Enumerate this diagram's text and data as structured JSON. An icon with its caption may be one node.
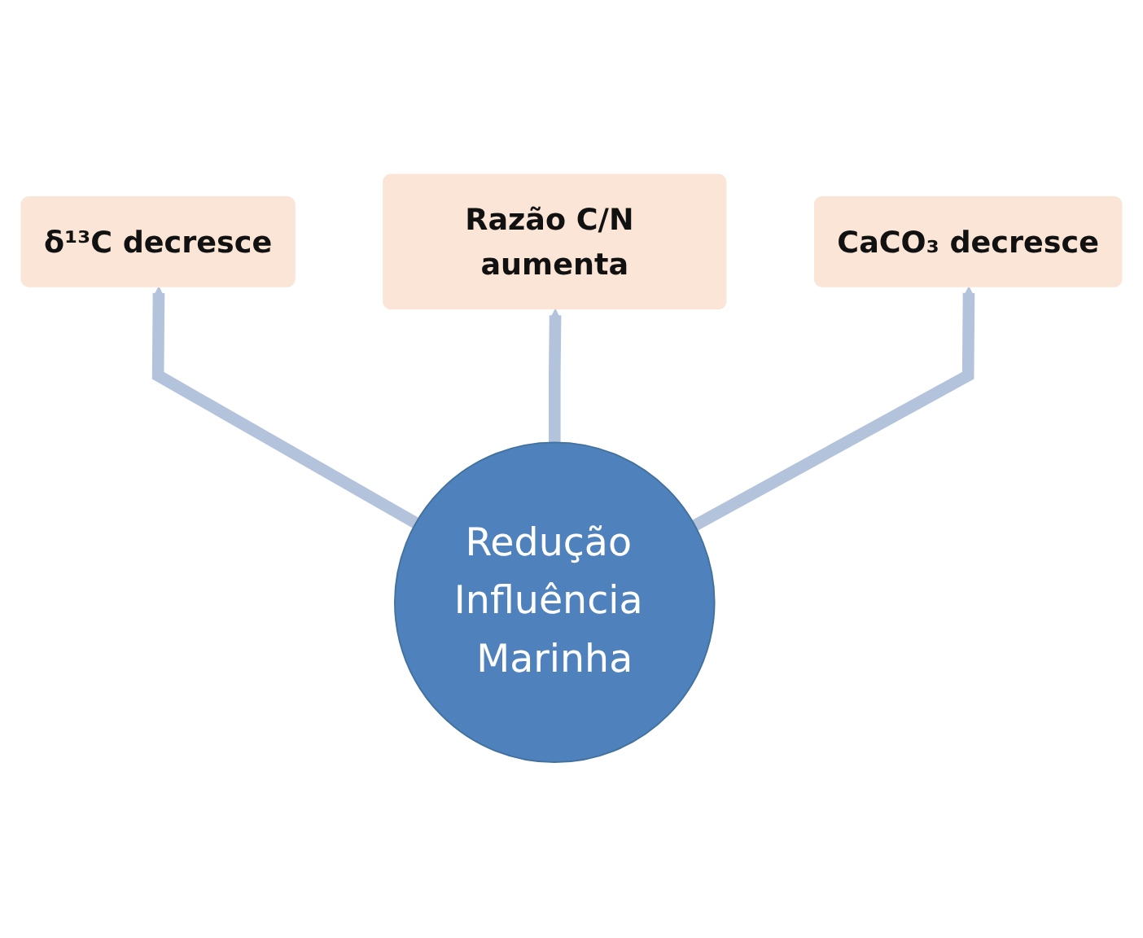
{
  "diagram": {
    "nodes": [
      {
        "text": [
          "Redução Influência Marinha"
        ]
      },
      {
        "text": [
          "δ¹³C decresce"
        ]
      },
      {
        "text": [
          "Razão C/N aumenta"
        ]
      },
      {
        "text": [
          "CaCO₃ decresce"
        ]
      }
    ],
    "edges": [
      {
        "from": 0,
        "to": 1,
        "arrow": "to"
      },
      {
        "from": 0,
        "to": 2,
        "arrow": "to"
      },
      {
        "from": 0,
        "to": 3,
        "arrow": "to"
      }
    ]
  }
}
